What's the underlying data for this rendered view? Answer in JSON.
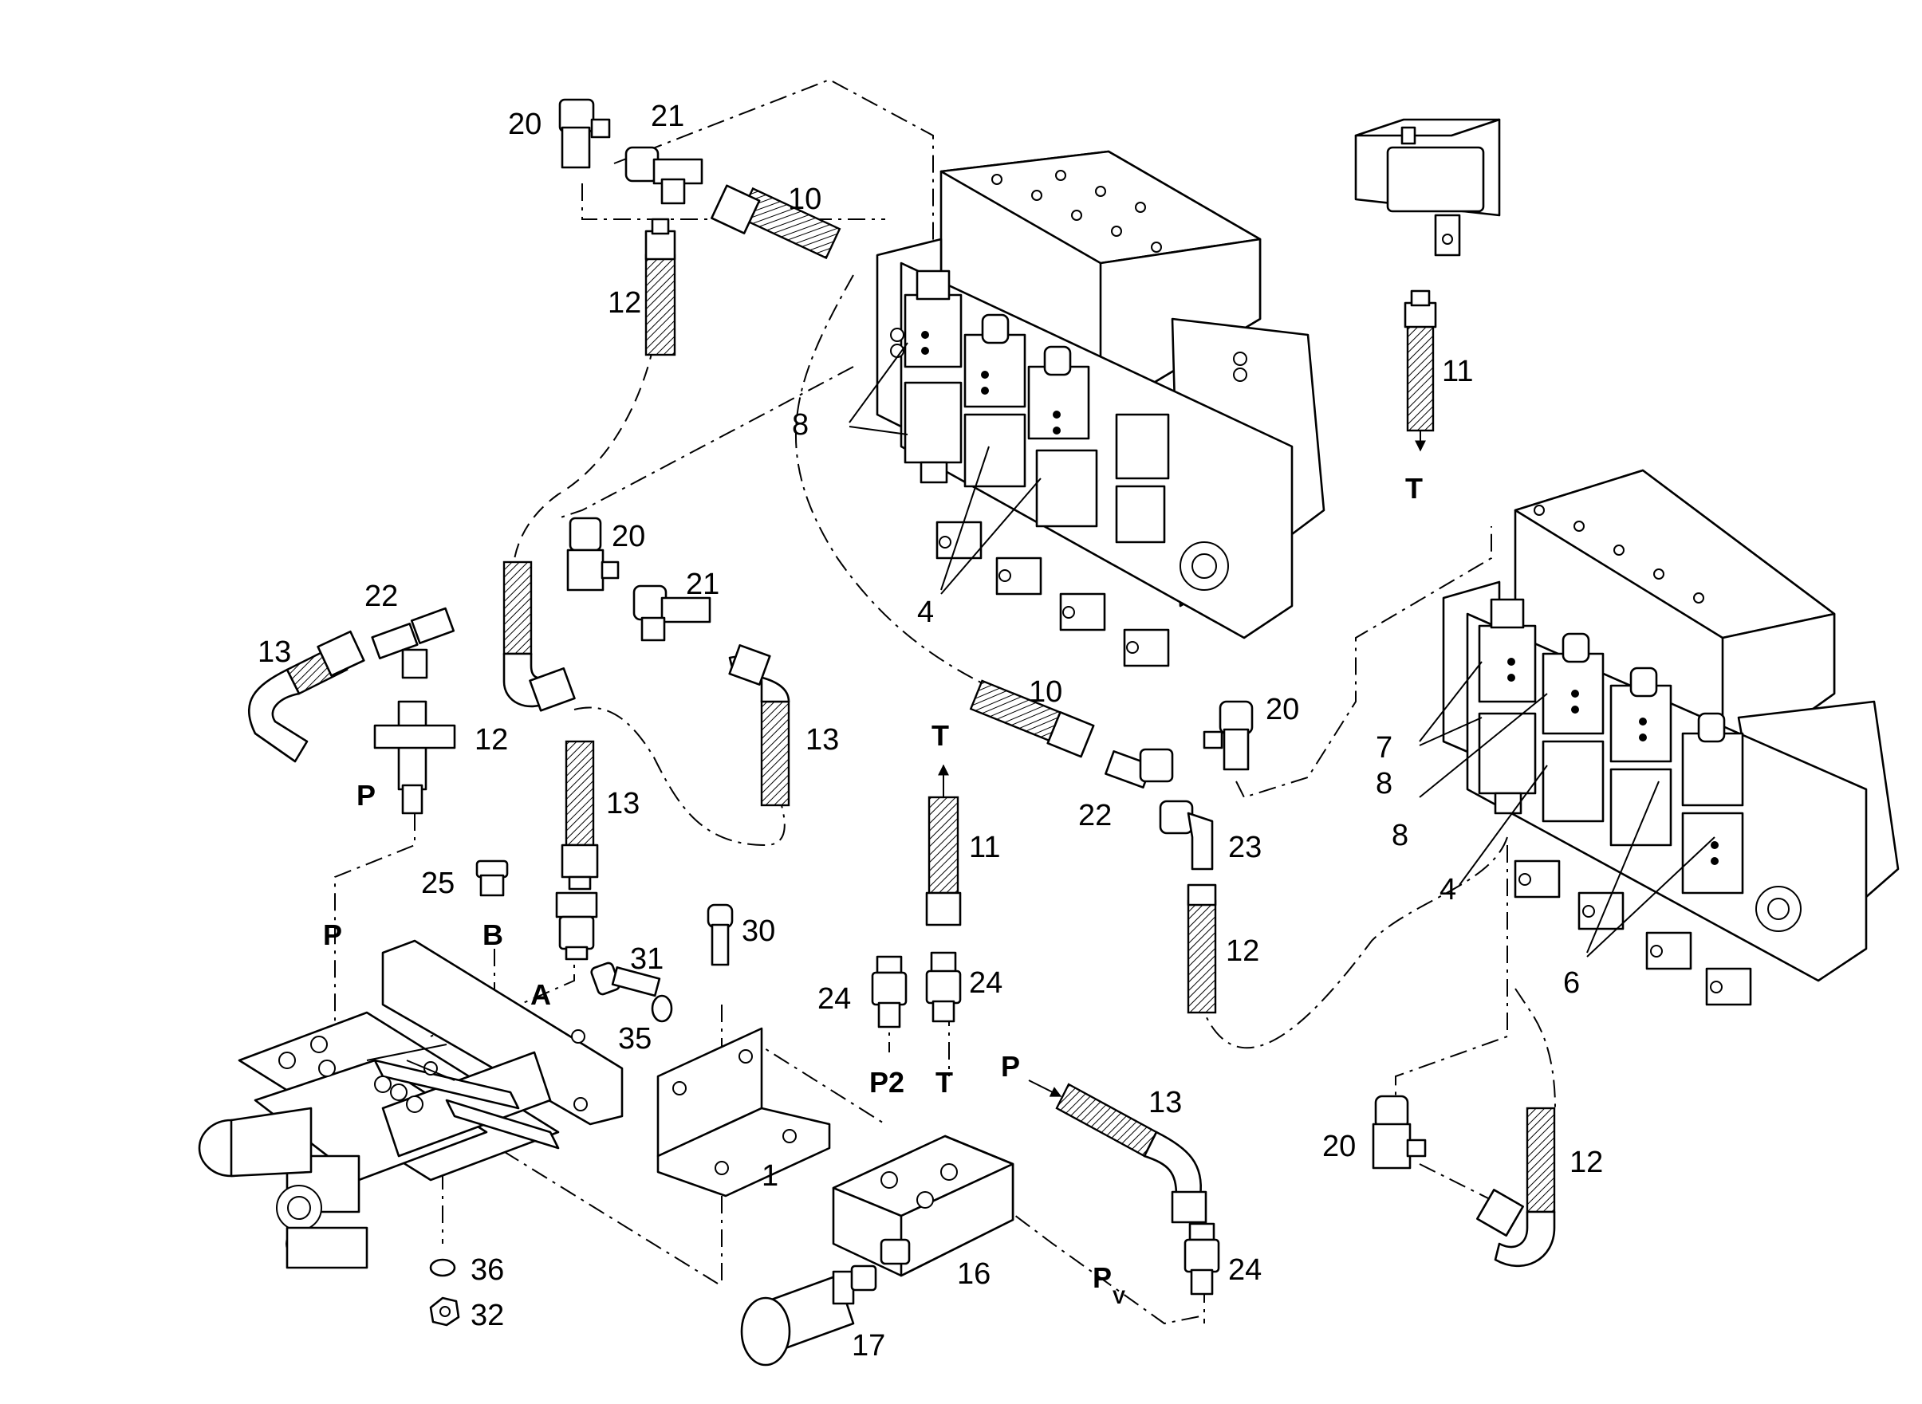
{
  "diagram": {
    "callouts": {
      "c20a": "20",
      "c21a": "21",
      "c10a": "10",
      "c12a": "12",
      "c8a": "8",
      "c4a": "4",
      "c20b": "20",
      "c21b": "21",
      "c22a": "22",
      "c13a": "13",
      "c12b": "12",
      "c13b": "13",
      "c13c": "13",
      "c10b": "10",
      "c20c": "20",
      "c22b": "22",
      "c23": "23",
      "c11a": "11",
      "c11b": "11",
      "c7": "7",
      "c8b": "8",
      "c8c": "8",
      "c4b": "4",
      "c6": "6",
      "c12c": "12",
      "c25": "25",
      "c30": "30",
      "c31": "31",
      "c35": "35",
      "c24a": "24",
      "c24b": "24",
      "c24c": "24",
      "c13d": "13",
      "c20d": "20",
      "c12d": "12",
      "c1": "1",
      "c16": "16",
      "c17": "17",
      "c36": "36",
      "c32": "32"
    },
    "ports": {
      "p_T_top": "T",
      "p_T_mid": "T",
      "p_P_left": "P",
      "p_P_block": "P",
      "p_B": "B",
      "p_A": "A",
      "p_P2": "P2",
      "p_T_block": "T",
      "p_P_hose": "P",
      "p_Pv_main": "P",
      "p_Pv_sub": "V"
    }
  }
}
